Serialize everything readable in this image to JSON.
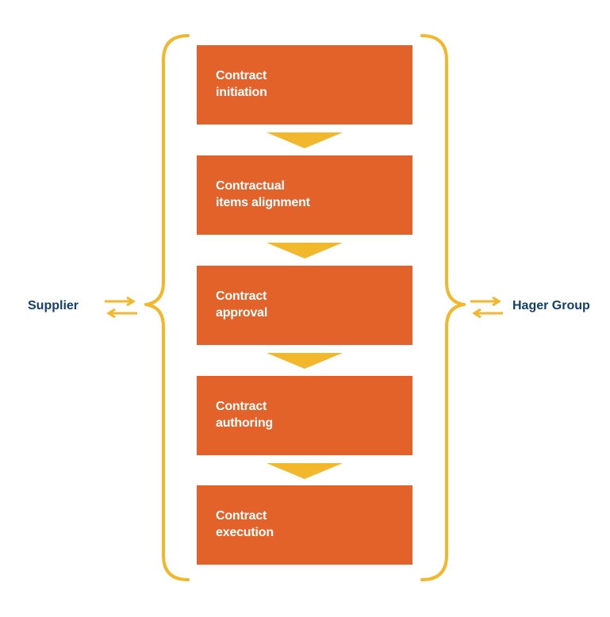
{
  "colors": {
    "step_fill": "#e2622a",
    "accent": "#f3b72b",
    "label": "#123f6d",
    "step_text": "#ffffff"
  },
  "steps": [
    {
      "line1": "Contract",
      "line2": "initiation"
    },
    {
      "line1": "Contractual",
      "line2": "items alignment"
    },
    {
      "line1": "Contract",
      "line2": "approval"
    },
    {
      "line1": "Contract",
      "line2": "authoring"
    },
    {
      "line1": "Contract",
      "line2": "execution"
    }
  ],
  "left_party": {
    "label": "Supplier",
    "icon": "exchange-arrows-icon"
  },
  "right_party": {
    "label": "Hager Group",
    "icon": "exchange-arrows-icon"
  },
  "flow_icon": "chevron-down-icon",
  "bracket_icon": "curly-brace"
}
